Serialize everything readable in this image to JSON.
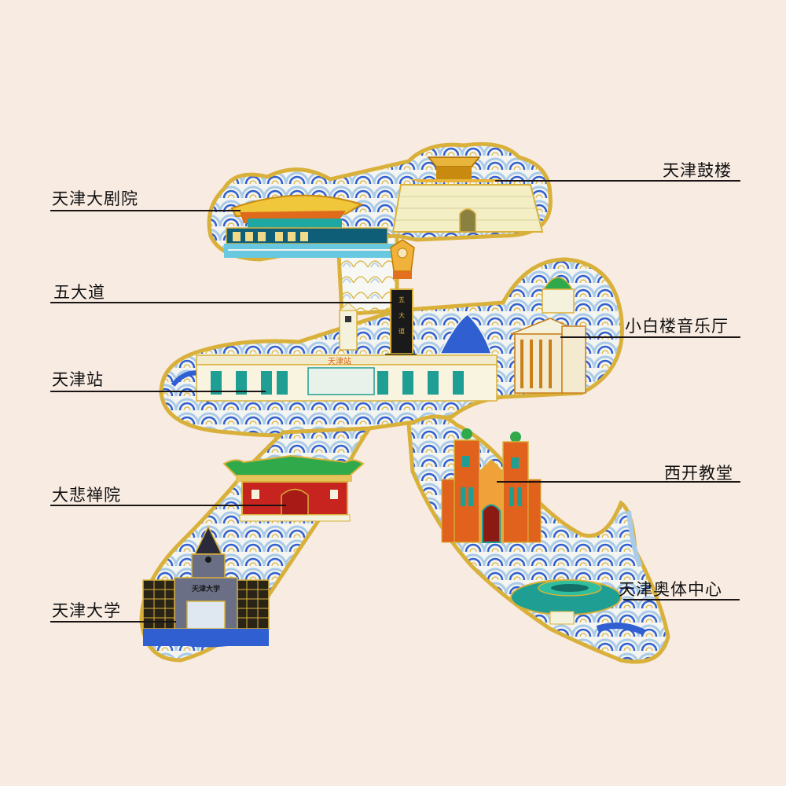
{
  "product": {
    "character": "天",
    "description": "Tianjin landmarks enamel pin shaped as the character 天"
  },
  "colors": {
    "background": "#f8ebe2",
    "gold_outline": "#d9b13a",
    "enamel_blue": "#2f5fd0",
    "enamel_light_blue": "#a9cbe8",
    "enamel_white": "#f4f4f0",
    "teal": "#1f9e94",
    "red": "#c8241f",
    "green": "#2fa94a",
    "label_text": "#111111",
    "leader_line": "#1a1414"
  },
  "callouts": [
    {
      "id": "grand-theatre",
      "label": "天津大剧院",
      "side": "left"
    },
    {
      "id": "drum-tower",
      "label": "天津鼓楼",
      "side": "right"
    },
    {
      "id": "five-avenues",
      "label": "五大道",
      "side": "left"
    },
    {
      "id": "little-white-building",
      "label": "小白楼音乐厅",
      "side": "right"
    },
    {
      "id": "tianjin-station",
      "label": "天津站",
      "side": "left"
    },
    {
      "id": "xikai-church",
      "label": "西开教堂",
      "side": "right"
    },
    {
      "id": "dabei-temple",
      "label": "大悲禅院",
      "side": "left"
    },
    {
      "id": "olympic-center",
      "label": "天津奥体中心",
      "side": "right"
    },
    {
      "id": "tianjin-university",
      "label": "天津大学",
      "side": "left"
    }
  ],
  "building_signs": {
    "station_sign": "天津站",
    "five_avenues_sign": "五大道",
    "university_sign": "天津大学"
  }
}
